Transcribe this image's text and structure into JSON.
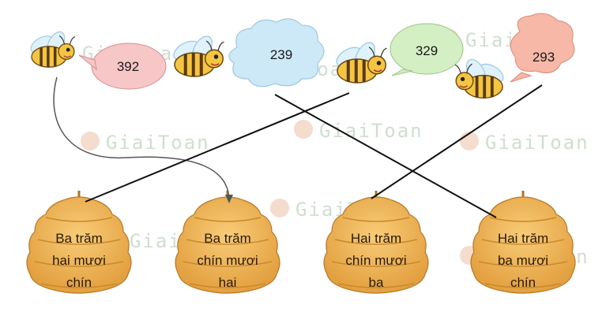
{
  "watermark": {
    "text": "GiaiToan"
  },
  "bubbles": [
    {
      "number": "392",
      "color": "#f7c6c6"
    },
    {
      "number": "239",
      "color": "#cde8f6"
    },
    {
      "number": "329",
      "color": "#d4efc4"
    },
    {
      "number": "293",
      "color": "#f7b8a8"
    }
  ],
  "hives": [
    {
      "lines": [
        "Ba trăm",
        "hai mươi",
        "chín"
      ]
    },
    {
      "lines": [
        "Ba trăm",
        "chín mươi",
        "hai"
      ]
    },
    {
      "lines": [
        "Hai trăm",
        "chín mươi",
        "ba"
      ]
    },
    {
      "lines": [
        "Hai trăm",
        "ba mươi",
        "chín"
      ]
    }
  ],
  "colors": {
    "hive": "#f0b85a",
    "hive_stripe": "#c98a2a",
    "bee_body": "#f5c542",
    "bee_stripe": "#5a3a10",
    "line": "#111111"
  }
}
